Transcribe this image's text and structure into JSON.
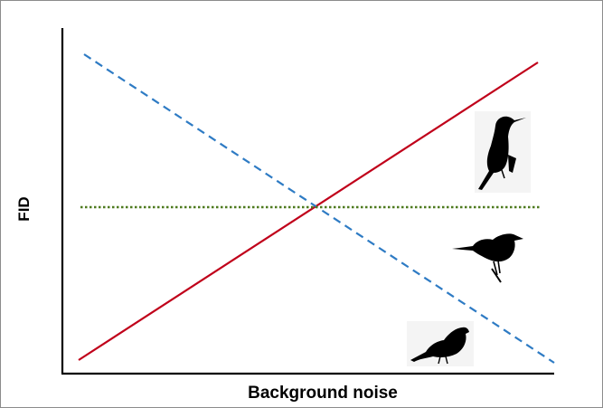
{
  "diagram": {
    "y_axis_label": "FID",
    "x_axis_label": "Background noise",
    "lines": [
      {
        "id": "increasing",
        "style": "solid",
        "color": "#c0001a"
      },
      {
        "id": "decreasing",
        "style": "dashed",
        "color": "#2e7bc4"
      },
      {
        "id": "flat",
        "style": "dotted",
        "color": "#4e7a1e"
      }
    ],
    "icons": [
      "perched-bird-upright-icon",
      "perched-bird-medium-icon",
      "perched-bird-small-icon"
    ]
  }
}
